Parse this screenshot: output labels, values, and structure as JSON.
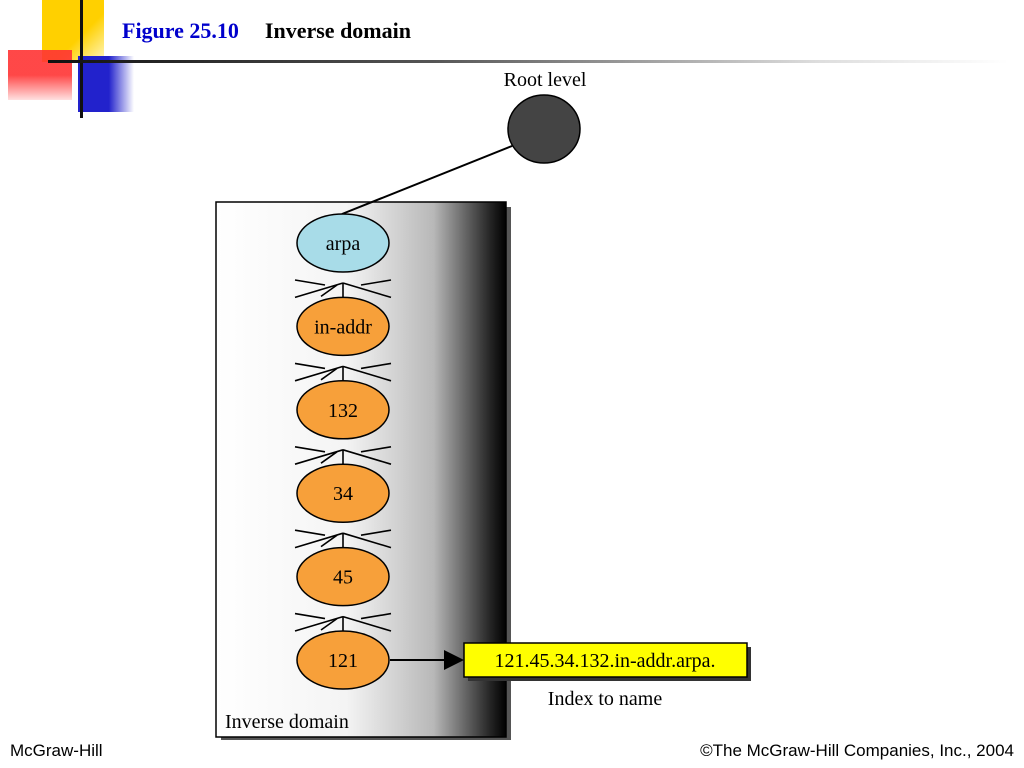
{
  "slide": {
    "figure_label": "Figure 25.10",
    "title": "Inverse domain"
  },
  "diagram": {
    "root_label": "Root level",
    "nodes": [
      {
        "id": "arpa",
        "label": "arpa",
        "color": "#a8dce8"
      },
      {
        "id": "in-addr",
        "label": "in-addr",
        "color": "#f7a03a"
      },
      {
        "id": "132",
        "label": "132",
        "color": "#f7a03a"
      },
      {
        "id": "34",
        "label": "34",
        "color": "#f7a03a"
      },
      {
        "id": "45",
        "label": "45",
        "color": "#f7a03a"
      },
      {
        "id": "121",
        "label": "121",
        "color": "#f7a03a"
      }
    ],
    "result_label": "121.45.34.132.in-addr.arpa.",
    "result_color": "#ffff00",
    "result_caption": "Index to name",
    "box_label": "Inverse domain",
    "root_color": "#444444"
  },
  "footer": {
    "left": "McGraw-Hill",
    "right": "©The McGraw-Hill Companies, Inc., 2004"
  },
  "theme": {
    "title_accent": "#0000cc",
    "deco_yellow": "#ffd000",
    "deco_red": "#ff3333",
    "deco_blue": "#2222cc"
  }
}
